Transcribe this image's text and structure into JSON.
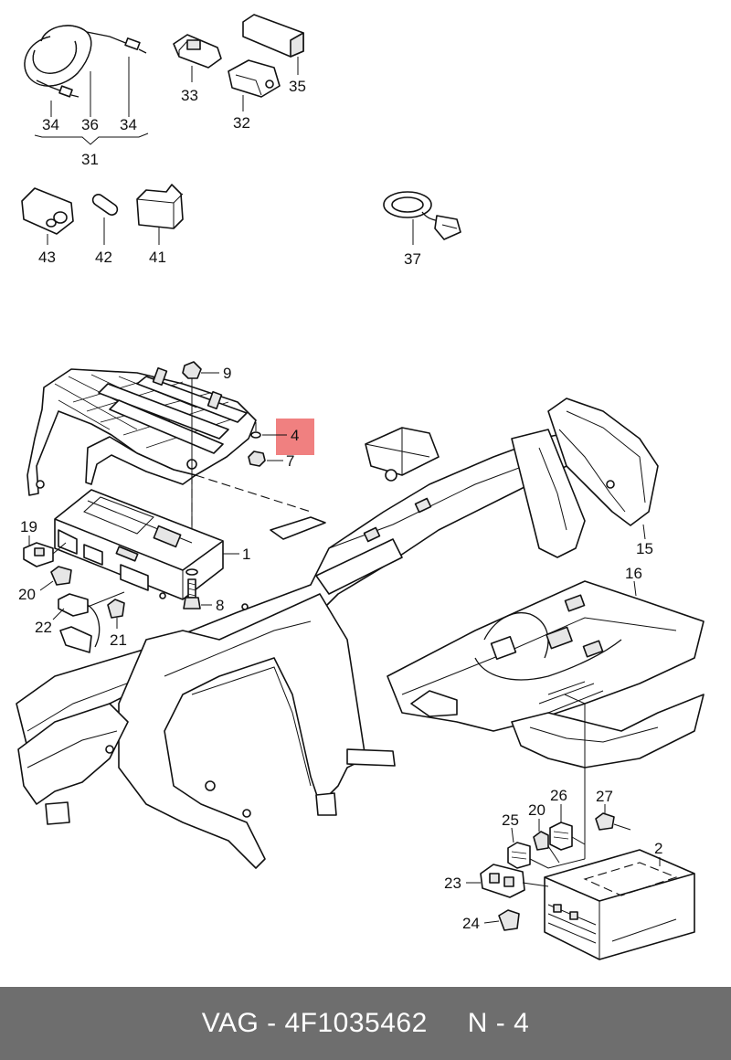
{
  "callouts": {
    "c1": "1",
    "c2": "2",
    "c4": "4",
    "c7": "7",
    "c8": "8",
    "c9": "9",
    "c15": "15",
    "c16": "16",
    "c19": "19",
    "c20a": "20",
    "c20b": "20",
    "c21": "21",
    "c22": "22",
    "c23": "23",
    "c24": "24",
    "c25": "25",
    "c26": "26",
    "c27": "27",
    "c31": "31",
    "c32": "32",
    "c33": "33",
    "c34a": "34",
    "c34b": "34",
    "c35": "35",
    "c36": "36",
    "c37": "37",
    "c41": "41",
    "c42": "42",
    "c43": "43"
  },
  "highlight_color": "#f08080",
  "footer": {
    "brand_part": "VAG - 4F1035462",
    "page": "N - 4",
    "background": "#6e6e6e"
  }
}
